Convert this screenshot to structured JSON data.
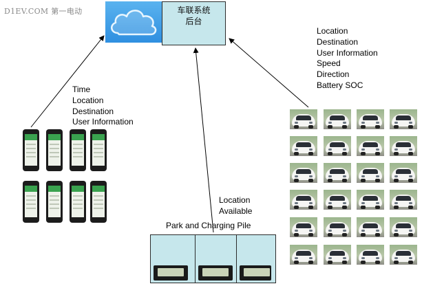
{
  "watermark": "D1EV.COM 第一电动",
  "server": {
    "line1": "车联系统",
    "line2": "后台"
  },
  "phones_info": [
    "Time",
    "Location",
    "Destination",
    "User Information"
  ],
  "cars_info": [
    "Location",
    "Destination",
    "User Information",
    "Speed",
    "Direction",
    "Battery SOC"
  ],
  "pile_info": [
    "Location",
    "Available"
  ],
  "pile_label": "Park and Charging Pile",
  "colors": {
    "server_fill": "#c6e7ec",
    "cloud_fill": "#3a9de8",
    "arrow": "#000000"
  },
  "icons": {
    "cloud": "cloud-icon",
    "phone": "smartphone-icon",
    "car": "car-icon",
    "charger": "charging-pile-icon"
  }
}
